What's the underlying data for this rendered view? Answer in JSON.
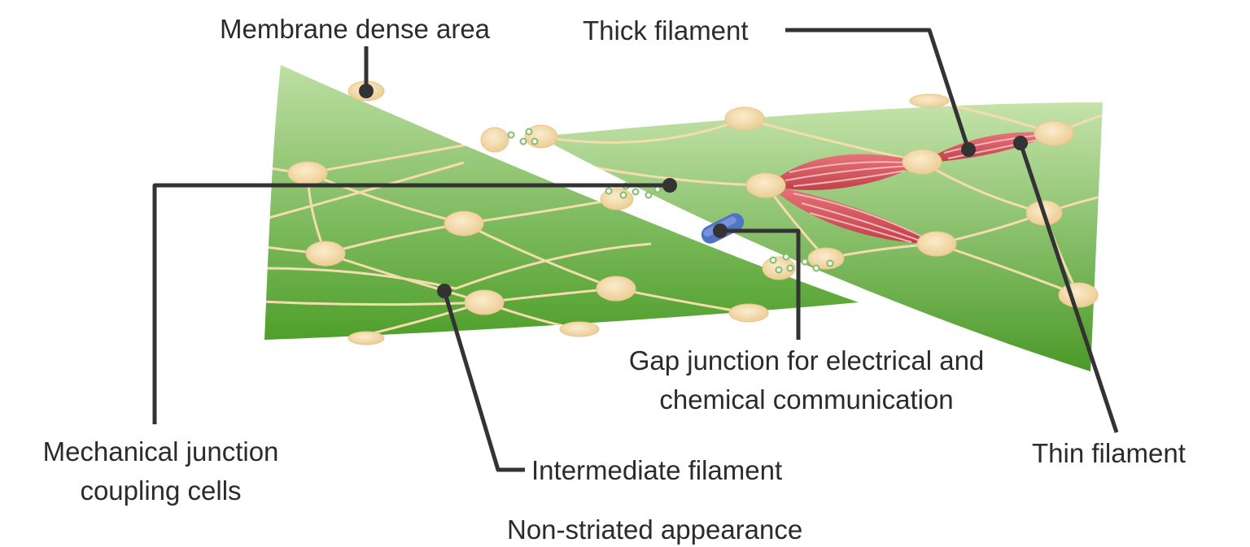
{
  "labels": {
    "membrane_dense_area": "Membrane dense area",
    "thick_filament": "Thick filament",
    "mechanical_junction_line1": "Mechanical junction",
    "mechanical_junction_line2": "coupling cells",
    "gap_junction_line1": "Gap junction for electrical and",
    "gap_junction_line2": "chemical communication",
    "intermediate_filament": "Intermediate filament",
    "thin_filament": "Thin filament",
    "caption": "Non-striated appearance"
  },
  "colors": {
    "cell_green_light": "#bddfa3",
    "cell_green_dark": "#4f9f2b",
    "dense_body": "#f6dfb5",
    "intermediate_filament": "#f4dcae",
    "contractile_fiber": "#d9525a",
    "gap_junction_channel": "#4f74c4",
    "vesicle": "#7fbf6a",
    "leader_line": "#333333",
    "text": "#2b2b2b"
  }
}
